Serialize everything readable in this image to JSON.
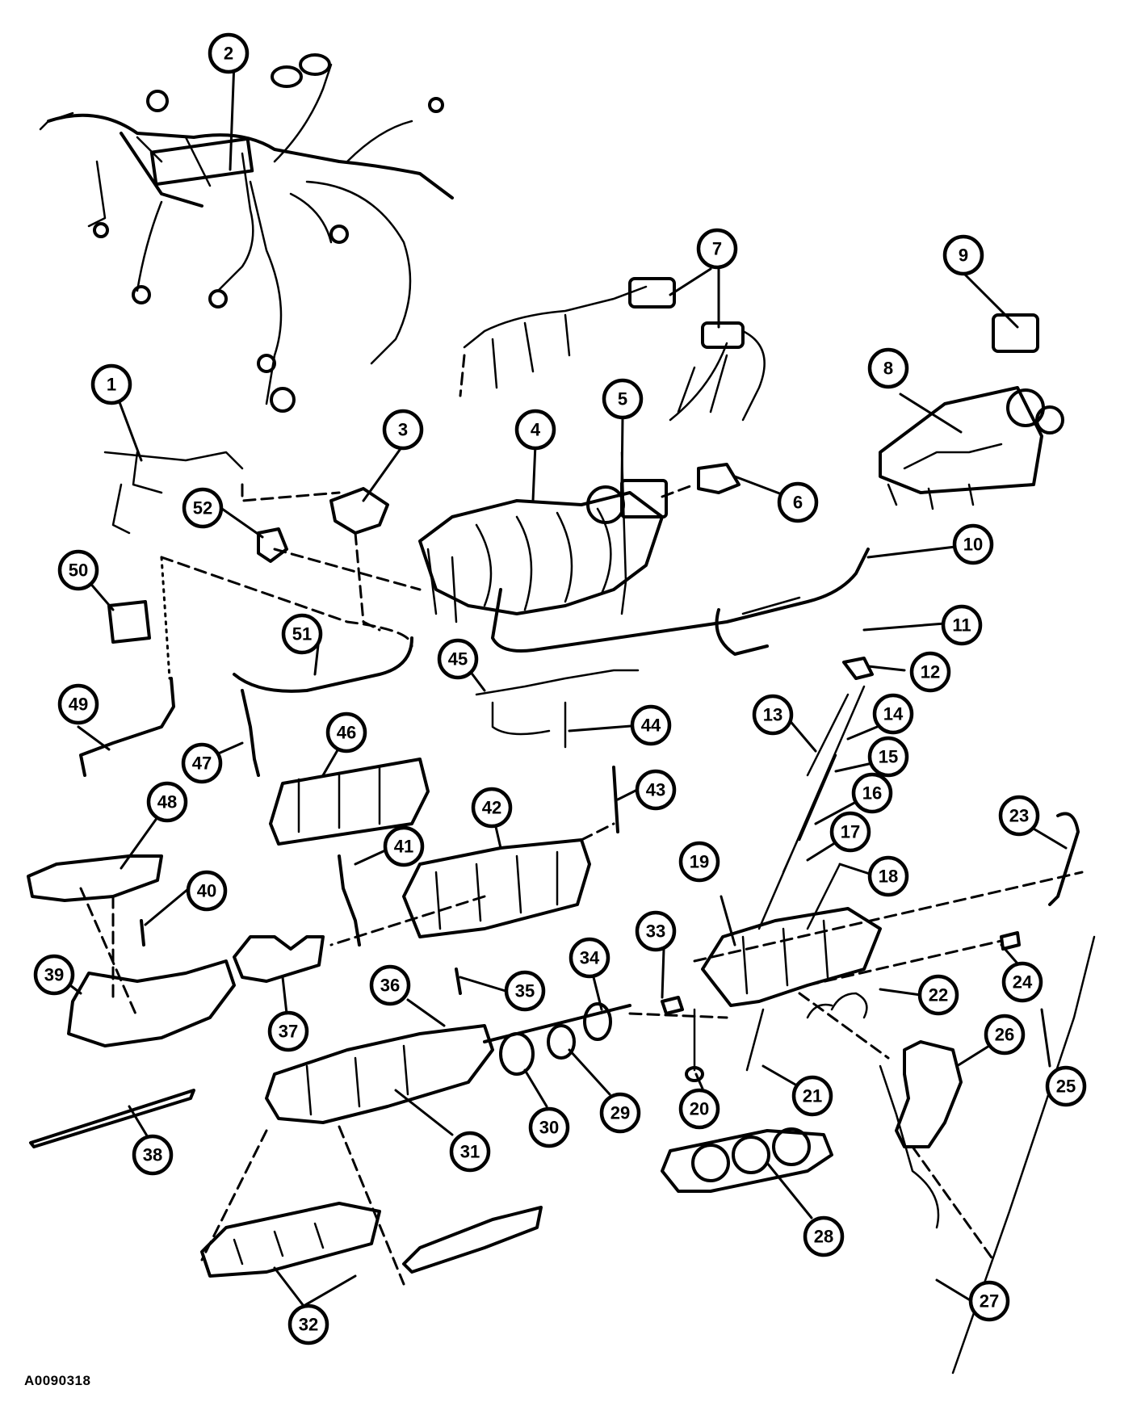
{
  "figure_id": "A0090318",
  "callouts": [
    {
      "label": "1"
    },
    {
      "label": "2"
    },
    {
      "label": "3"
    },
    {
      "label": "4"
    },
    {
      "label": "5"
    },
    {
      "label": "6"
    },
    {
      "label": "7"
    },
    {
      "label": "8"
    },
    {
      "label": "9"
    },
    {
      "label": "10"
    },
    {
      "label": "11"
    },
    {
      "label": "12"
    },
    {
      "label": "13"
    },
    {
      "label": "14"
    },
    {
      "label": "15"
    },
    {
      "label": "16"
    },
    {
      "label": "17"
    },
    {
      "label": "18"
    },
    {
      "label": "19"
    },
    {
      "label": "20"
    },
    {
      "label": "21"
    },
    {
      "label": "22"
    },
    {
      "label": "23"
    },
    {
      "label": "24"
    },
    {
      "label": "25"
    },
    {
      "label": "26"
    },
    {
      "label": "27"
    },
    {
      "label": "28"
    },
    {
      "label": "29"
    },
    {
      "label": "30"
    },
    {
      "label": "31"
    },
    {
      "label": "32"
    },
    {
      "label": "33"
    },
    {
      "label": "34"
    },
    {
      "label": "35"
    },
    {
      "label": "36"
    },
    {
      "label": "37"
    },
    {
      "label": "38"
    },
    {
      "label": "39"
    },
    {
      "label": "40"
    },
    {
      "label": "41"
    },
    {
      "label": "42"
    },
    {
      "label": "43"
    },
    {
      "label": "44"
    },
    {
      "label": "45"
    },
    {
      "label": "46"
    },
    {
      "label": "47"
    },
    {
      "label": "48"
    },
    {
      "label": "49"
    },
    {
      "label": "50"
    },
    {
      "label": "51"
    },
    {
      "label": "52"
    }
  ]
}
